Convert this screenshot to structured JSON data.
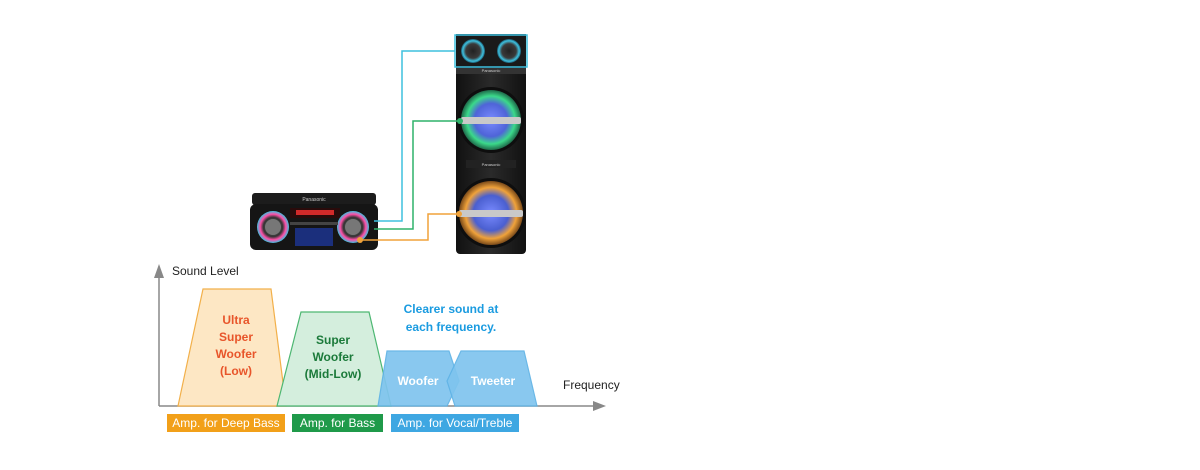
{
  "axes": {
    "y_label": "Sound Level",
    "x_label": "Frequency"
  },
  "bands": {
    "ultra_super_woofer": {
      "lines": [
        "Ultra",
        "Super",
        "Woofer",
        "(Low)"
      ],
      "color": "#e8552a",
      "fill": "#fde7c4",
      "stroke": "#f2b04a"
    },
    "super_woofer": {
      "lines": [
        "Super",
        "Woofer",
        "(Mid-Low)"
      ],
      "color": "#1b7a3a",
      "fill": "#d4eedd",
      "stroke": "#4db772"
    },
    "woofer": {
      "label": "Woofer",
      "color": "#ffffff",
      "fill": "#7fc4ee",
      "stroke": "#5fb3e6"
    },
    "tweeter": {
      "label": "Tweeter",
      "color": "#ffffff",
      "fill": "#7fc4ee",
      "stroke": "#5fb3e6"
    }
  },
  "callout": {
    "lines": [
      "Clearer sound at",
      "each frequency."
    ],
    "color": "#1a9be0"
  },
  "amp_labels": {
    "deep_bass": {
      "text": "Amp. for Deep Bass",
      "color": "#f2a019"
    },
    "bass": {
      "text": "Amp. for Bass",
      "color": "#1f9a4a"
    },
    "vocal_treble": {
      "text": "Amp. for Vocal/Treble",
      "color": "#3ea7e2"
    }
  },
  "brand": {
    "name": "Panasonic"
  },
  "connector_colors": {
    "tweeter": "#3ec0de",
    "woofer": "#2fb26a",
    "sub": "#f0a23a"
  }
}
